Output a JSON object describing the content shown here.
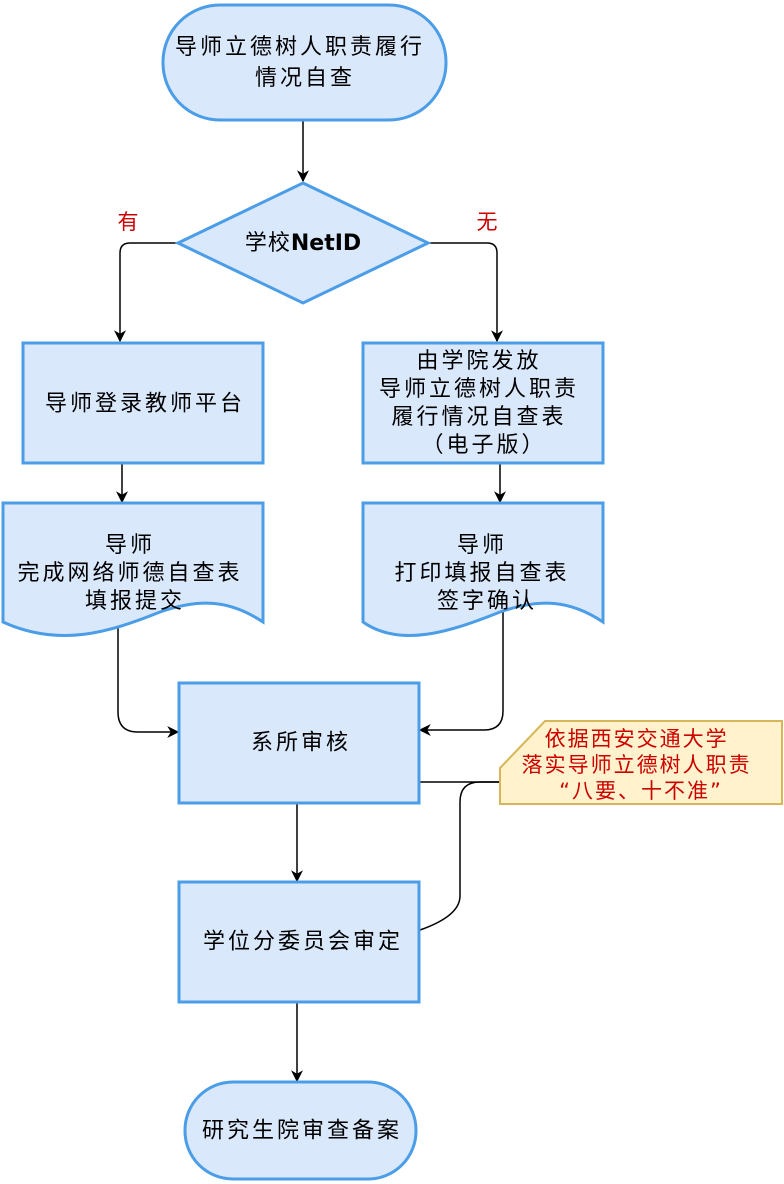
{
  "colors": {
    "node_fill": "#dae8fc",
    "node_stroke": "#4a9de6",
    "note_fill": "#fff2cc",
    "note_stroke": "#d6b656",
    "branch_label": "#cc0000",
    "note_text": "#cc0000"
  },
  "start": {
    "lines": [
      "导师立德树人职责履行",
      "情况自查"
    ]
  },
  "decision": {
    "prefix": "学校",
    "suffix": "NetID"
  },
  "branch_yes": "有",
  "branch_no": "无",
  "teacher_login": "导师登录教师平台",
  "college_issue": {
    "lines": [
      "由学院发放",
      "导师立德树人职责",
      "履行情况自查表",
      "（电子版）"
    ]
  },
  "online_form": {
    "lines": [
      "导师",
      "完成网络师德自查表",
      "填报提交"
    ]
  },
  "paper_form": {
    "lines": [
      "导师",
      "打印填报自查表",
      "签字确认"
    ]
  },
  "department_review": "系所审核",
  "committee_approval": "学位分委员会审定",
  "graduate_school_filing": "研究生院审查备案",
  "note": {
    "lines": [
      "依据西安交通大学",
      "落实导师立德树人职责",
      "“八要、十不准”"
    ]
  }
}
